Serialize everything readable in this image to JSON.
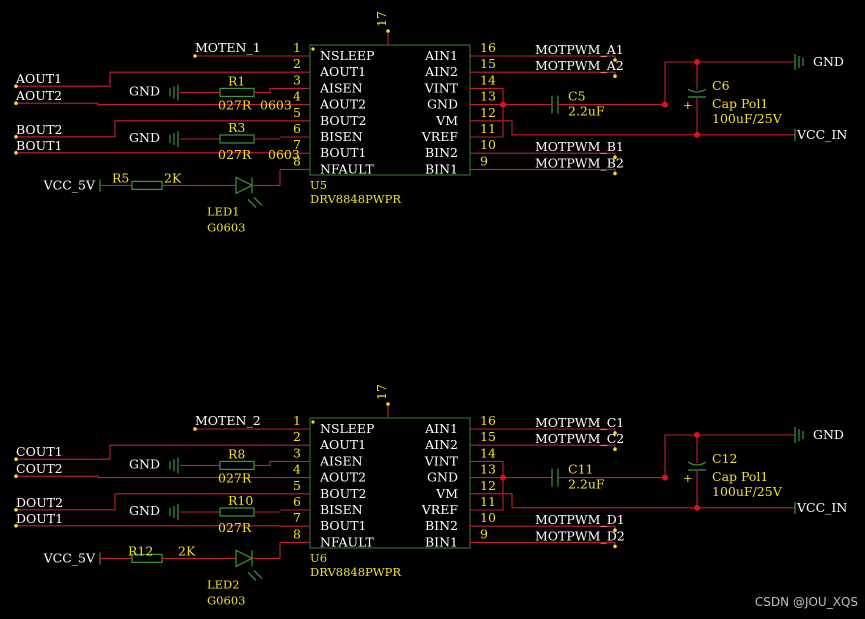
{
  "blocks": [
    {
      "chip_ref": "U5",
      "chip_part": "DRV8848PWPR",
      "top_pin": "17",
      "left_pins": [
        {
          "num": "1",
          "name": "NSLEEP"
        },
        {
          "num": "2",
          "name": "AOUT1"
        },
        {
          "num": "3",
          "name": "AISEN"
        },
        {
          "num": "4",
          "name": "AOUT2"
        },
        {
          "num": "5",
          "name": "BOUT2"
        },
        {
          "num": "6",
          "name": "BISEN"
        },
        {
          "num": "7",
          "name": "BOUT1"
        },
        {
          "num": "8",
          "name": "NFAULT"
        }
      ],
      "right_pins": [
        {
          "num": "16",
          "name": "AIN1"
        },
        {
          "num": "15",
          "name": "AIN2"
        },
        {
          "num": "14",
          "name": "VINT"
        },
        {
          "num": "13",
          "name": "GND"
        },
        {
          "num": "12",
          "name": "VM"
        },
        {
          "num": "11",
          "name": "VREF"
        },
        {
          "num": "10",
          "name": "BIN2"
        },
        {
          "num": "9",
          "name": "BIN1"
        }
      ],
      "moten": "MOTEN_1",
      "out_nets": [
        "AOUT1",
        "AOUT2",
        "BOUT2",
        "BOUT1"
      ],
      "gnd_a": "GND",
      "gnd_b": "GND",
      "res_a": {
        "ref": "R1",
        "val": "027R",
        "pkg": "0603"
      },
      "res_b": {
        "ref": "R3",
        "val": "027R",
        "pkg": "0603"
      },
      "vcc5": "VCC_5V",
      "res_led": {
        "ref": "R5",
        "val": "2K"
      },
      "led": {
        "ref": "LED1",
        "pkg": "G0603"
      },
      "pwm_nets": [
        "MOTPWM_A1",
        "MOTPWM_A2",
        "MOTPWM_B1",
        "MOTPWM_B2"
      ],
      "cap_small": {
        "ref": "C5",
        "val": "2.2uF"
      },
      "cap_big": {
        "ref": "C6",
        "type": "Cap Pol1",
        "val": "100uF/25V"
      },
      "gnd_r": "GND",
      "vcc_in": "VCC_IN"
    },
    {
      "chip_ref": "U6",
      "chip_part": "DRV8848PWPR",
      "top_pin": "17",
      "left_pins": [
        {
          "num": "1",
          "name": "NSLEEP"
        },
        {
          "num": "2",
          "name": "AOUT1"
        },
        {
          "num": "3",
          "name": "AISEN"
        },
        {
          "num": "4",
          "name": "AOUT2"
        },
        {
          "num": "5",
          "name": "BOUT2"
        },
        {
          "num": "6",
          "name": "BISEN"
        },
        {
          "num": "7",
          "name": "BOUT1"
        },
        {
          "num": "8",
          "name": "NFAULT"
        }
      ],
      "right_pins": [
        {
          "num": "16",
          "name": "AIN1"
        },
        {
          "num": "15",
          "name": "AIN2"
        },
        {
          "num": "14",
          "name": "VINT"
        },
        {
          "num": "13",
          "name": "GND"
        },
        {
          "num": "12",
          "name": "VM"
        },
        {
          "num": "11",
          "name": "VREF"
        },
        {
          "num": "10",
          "name": "BIN2"
        },
        {
          "num": "9",
          "name": "BIN1"
        }
      ],
      "moten": "MOTEN_2",
      "out_nets": [
        "COUT1",
        "COUT2",
        "DOUT2",
        "DOUT1"
      ],
      "gnd_a": "GND",
      "gnd_b": "GND",
      "res_a": {
        "ref": "R8",
        "val": "027R",
        "pkg": ""
      },
      "res_b": {
        "ref": "R10",
        "val": "027R",
        "pkg": ""
      },
      "vcc5": "VCC_5V",
      "res_led": {
        "ref": "R12",
        "val": "2K"
      },
      "led": {
        "ref": "LED2",
        "pkg": "G0603"
      },
      "pwm_nets": [
        "MOTPWM_C1",
        "MOTPWM_C2",
        "MOTPWM_D1",
        "MOTPWM_D2"
      ],
      "cap_small": {
        "ref": "C11",
        "val": "2.2uF"
      },
      "cap_big": {
        "ref": "C12",
        "type": "Cap Pol1",
        "val": "100uF/25V"
      },
      "gnd_r": "GND",
      "vcc_in": "VCC_IN"
    }
  ],
  "watermark": "CSDN @JOU_XQS"
}
